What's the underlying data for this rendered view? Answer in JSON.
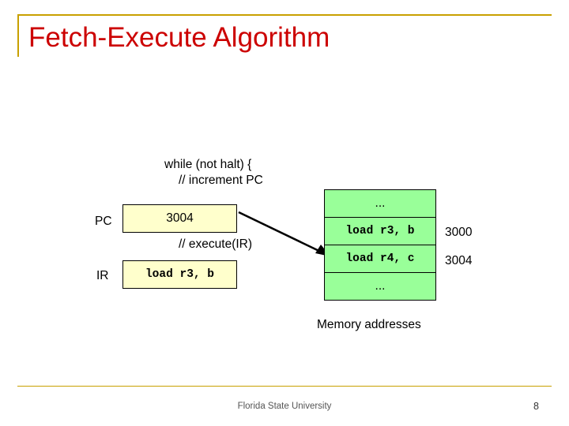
{
  "slide": {
    "title": "Fetch-Execute Algorithm",
    "accent_color": "#c8a000",
    "title_color": "#cc0000"
  },
  "code": {
    "while_line": "while (not halt) {",
    "increment_line": "// increment PC",
    "execute_line": "// execute(IR)"
  },
  "registers": [
    {
      "label": "PC",
      "value": "3004"
    },
    {
      "label": "IR",
      "value": "load r3, b"
    }
  ],
  "memory": {
    "caption": "Memory addresses",
    "cells": [
      {
        "text": "...",
        "mono": false,
        "address": ""
      },
      {
        "text": "load r3, b",
        "mono": true,
        "address": "3000"
      },
      {
        "text": "load r4, c",
        "mono": true,
        "address": "3004"
      },
      {
        "text": "...",
        "mono": false,
        "address": ""
      }
    ],
    "fill_color": "#99ff99"
  },
  "footer": {
    "organization": "Florida State University",
    "page_number": "8"
  }
}
